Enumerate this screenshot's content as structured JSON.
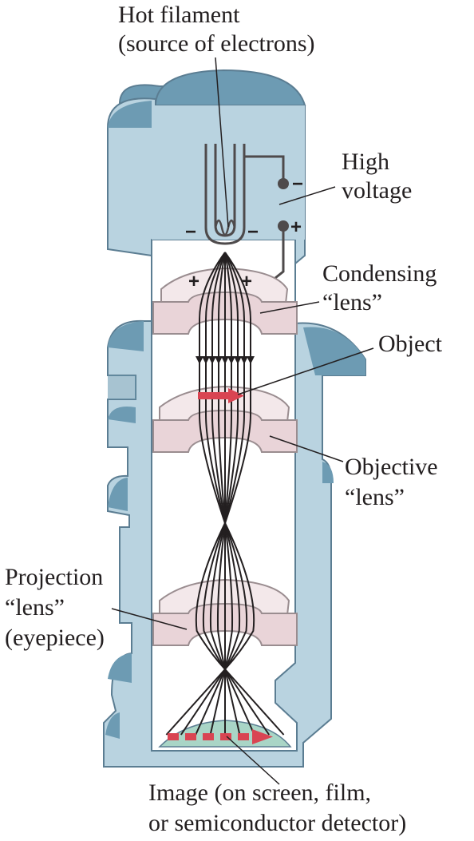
{
  "labels": {
    "filament": [
      "Hot filament",
      "(source of electrons)"
    ],
    "voltage": [
      "High",
      "voltage"
    ],
    "condensing": [
      "Condensing",
      "“lens”"
    ],
    "object": "Object",
    "objective": [
      "Objective",
      "“lens”"
    ],
    "projection": [
      "Projection",
      "“lens”",
      "(eyepiece)"
    ],
    "image": [
      "Image (on screen, film,",
      "or semiconductor detector)"
    ]
  },
  "signs": {
    "minus": "−",
    "plus": "+"
  },
  "colors": {
    "body": "#b9d3e0",
    "body_dark": "#6d9bb3",
    "outline": "#5b7d92",
    "lens": "#e9d4d8",
    "lens_top": "#f3e8ea",
    "lens_edge": "#9a8d90",
    "ray": "#231f20",
    "arrow": "#d94452",
    "screen": "#a9d5c6"
  }
}
